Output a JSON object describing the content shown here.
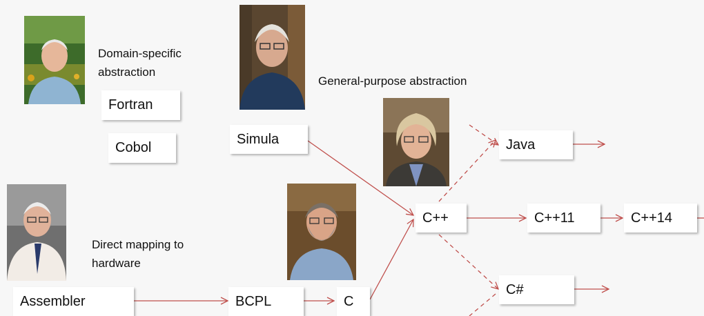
{
  "captions": {
    "domain_specific": [
      "Domain-specific",
      "abstraction"
    ],
    "general_purpose": "General-purpose abstraction",
    "direct_mapping": [
      "Direct mapping to",
      "hardware"
    ]
  },
  "languages": {
    "fortran": "Fortran",
    "cobol": "Cobol",
    "simula": "Simula",
    "assembler": "Assembler",
    "bcpl": "BCPL",
    "c": "C",
    "cpp": "C++",
    "java": "Java",
    "cpp11": "C++11",
    "cpp14": "C++14",
    "csharp": "C#"
  },
  "colors": {
    "arrow": "#c0504d",
    "box": "#ffffff",
    "background": "#f7f7f7"
  }
}
